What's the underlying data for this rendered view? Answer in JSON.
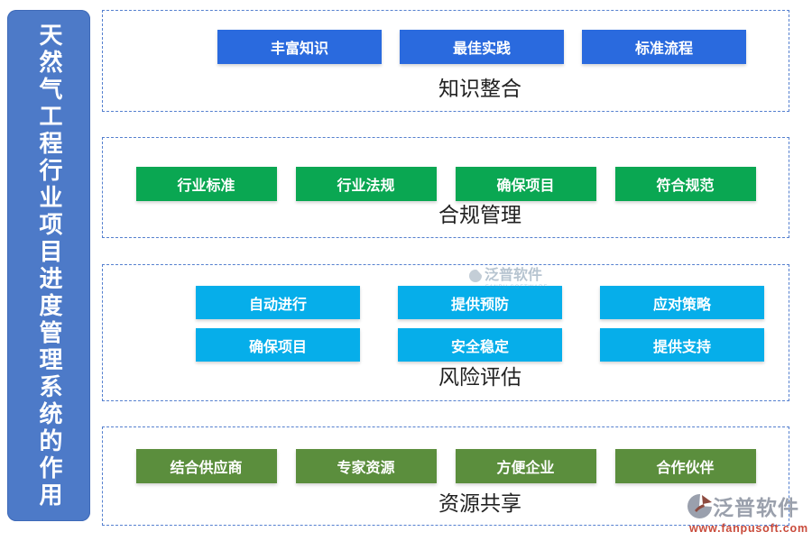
{
  "sidebar": {
    "title": "天然气工程行业项目进度管理系统的作用",
    "color": "#4d7ac8",
    "text_color": "#ffffff"
  },
  "sections": [
    {
      "title": "知识整合",
      "button_color": "#2a6ade",
      "buttons": [
        "丰富知识",
        "最佳实践",
        "标准流程"
      ]
    },
    {
      "title": "合规管理",
      "button_color": "#0aa752",
      "buttons": [
        "行业标准",
        "行业法规",
        "确保项目",
        "符合规范"
      ]
    },
    {
      "title": "风险评估",
      "button_color": "#06aeea",
      "buttons": [
        "自动进行",
        "提供预防",
        "应对策略",
        "确保项目",
        "安全稳定",
        "提供支持"
      ]
    },
    {
      "title": "资源共享",
      "button_color": "#5b8e3d",
      "buttons": [
        "结合供应商",
        "专家资源",
        "方便企业",
        "合作伙伴"
      ]
    }
  ],
  "watermark": {
    "text": "泛普软件",
    "subtext": "FANPU SOFTWARE"
  },
  "logo": {
    "text": "泛普软件",
    "url": "www.fanpusoft.com",
    "text_color": "#9aa0ac",
    "url_color": "#c94b3b"
  },
  "panel_border_color": "#5580cf"
}
